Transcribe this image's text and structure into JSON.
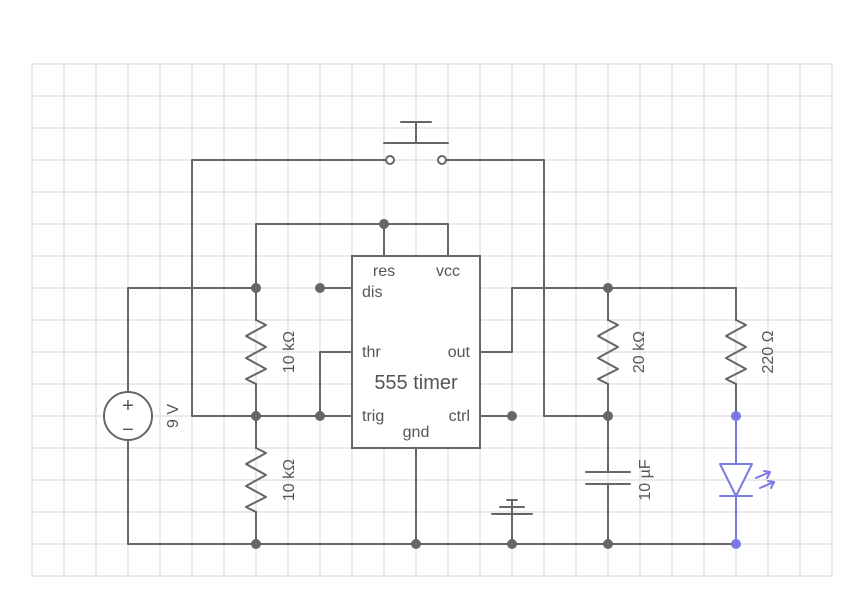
{
  "timer": {
    "title": "555 timer",
    "pins": {
      "res": "res",
      "vcc": "vcc",
      "dis": "dis",
      "thr": "thr",
      "trig": "trig",
      "out": "out",
      "ctrl": "ctrl",
      "gnd": "gnd"
    }
  },
  "components": {
    "battery": {
      "label": "9 V",
      "plus": "+",
      "minus": "−"
    },
    "r_top": {
      "label": "10 kΩ"
    },
    "r_bottom": {
      "label": "10 kΩ"
    },
    "r_mid": {
      "label": "20 kΩ"
    },
    "capacitor": {
      "label": "10 µF"
    },
    "r_led": {
      "label": "220 Ω"
    }
  },
  "colors": {
    "wire": "#666666",
    "led": "#7a7ae6",
    "grid": "#e4e4e4",
    "text": "#555555"
  }
}
